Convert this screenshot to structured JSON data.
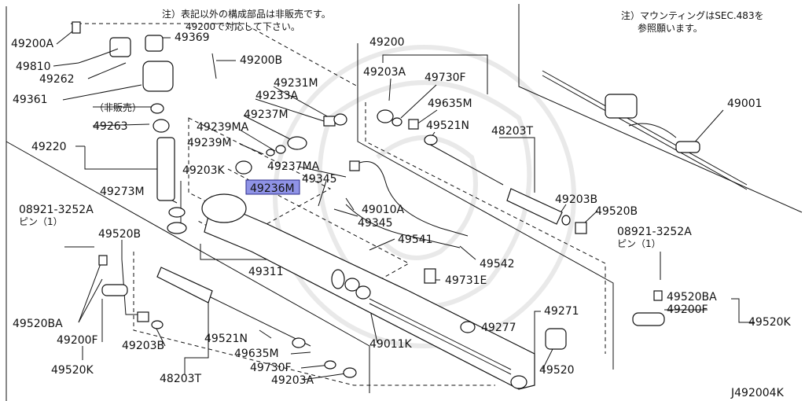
{
  "notes": {
    "not_sold": "注）表記以外の構成部品は非販売です。",
    "not_sold_2": "49200で対応して下さい。",
    "mounting": "注）マウンティングはSEC.483を",
    "mounting_2": "参照願います。",
    "non_sale": "（非販売）"
  },
  "labels": {
    "p49200A": "49200A",
    "p49369": "49369",
    "p49810": "49810",
    "p49200B_top": "49200B",
    "p49262": "49262",
    "p49361": "49361",
    "p49263": "49263",
    "p49220": "49220",
    "p49231M": "49231M",
    "p49233A": "49233A",
    "p49237M": "49237M",
    "p49239MA": "49239MA",
    "p49239M": "49239M",
    "p49237MA": "49237MA",
    "p49203K": "49203K",
    "p49236M": "49236M",
    "p49345a": "49345",
    "p49345b": "49345",
    "p49010A": "49010A",
    "p49273M": "49273M",
    "p08921_left": "08921-3252A",
    "pin_left": "ピン（1）",
    "p49520B_left": "49520B",
    "p49541": "49541",
    "p49542": "49542",
    "p49731E": "49731E",
    "p49311": "49311",
    "p49520BA_left": "49520BA",
    "p49200F_left": "49200F",
    "p49203B_left": "49203B",
    "p49520K_left": "49520K",
    "p49521N_bot": "49521N",
    "p49635M_bot": "49635M",
    "p49730F_bot": "49730F",
    "p48203T_bot": "48203T",
    "p49203A_bot": "49203A",
    "p49011K": "49011K",
    "p49277": "49277",
    "p49271": "49271",
    "p49520": "49520",
    "p49200": "49200",
    "p49203A_top": "49203A",
    "p49730F_top": "49730F",
    "p49635M_top": "49635M",
    "p49521N_top": "49521N",
    "p48203T_top": "48203T",
    "p49203B_right": "49203B",
    "p49520B_right": "49520B",
    "p08921_right": "08921-3252A",
    "pin_right": "ピン（1）",
    "p49520BA_right": "49520BA",
    "p49200F_right": "49200F",
    "p49520K_right": "49520K",
    "p49001": "49001",
    "diagram_code": "J492004K"
  },
  "colors": {
    "highlight": "#8f93e6",
    "ink": "#111111",
    "watermark": "#e9e9e9"
  }
}
